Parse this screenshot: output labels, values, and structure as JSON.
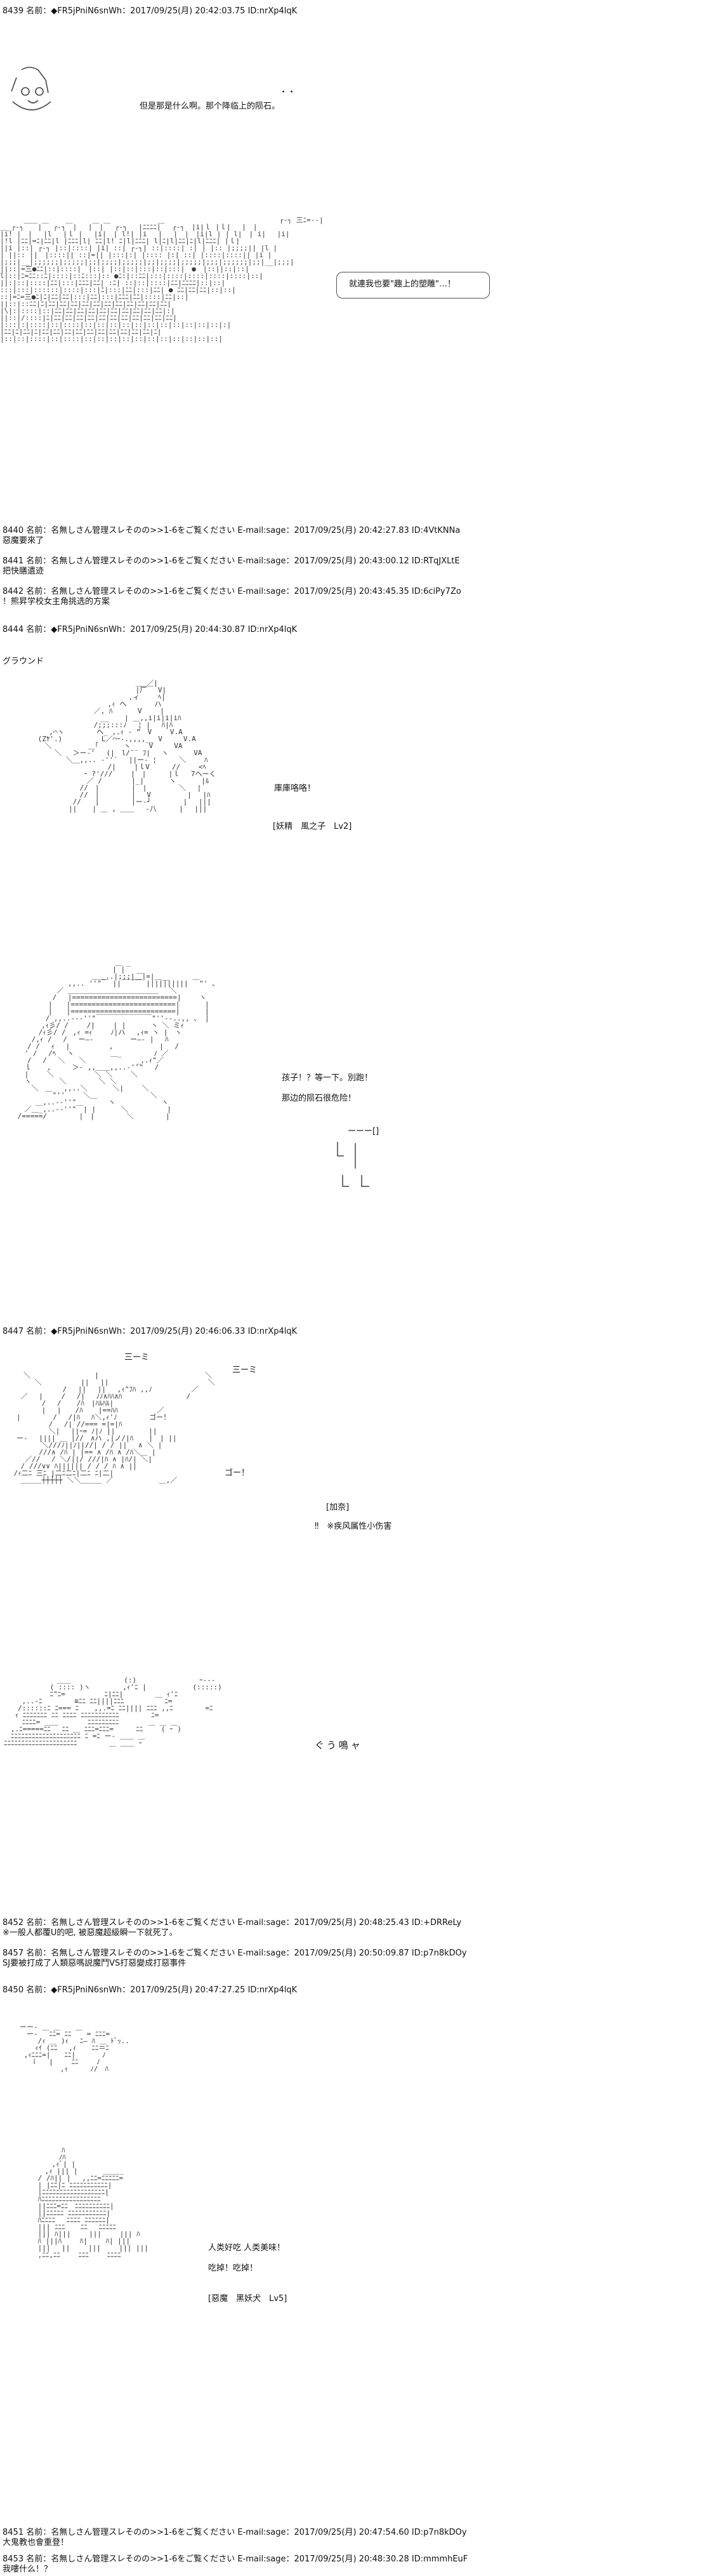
{
  "posts": [
    {
      "header": "8439 名前：◆FR5jPniN6snWh：2017/09/25(月) 20:42:03.75 ID:nrXp4lqK"
    },
    {
      "header": "8440 名前：名無しさん管理スレそのの>>1-6をご覧ください E-mail:sage：2017/09/25(月) 20:42:27.83 ID:4VtKNNa",
      "body": "惡魔要來了"
    },
    {
      "header": "8441 名前：名無しさん管理スレそのの>>1-6をご覧ください E-mail:sage：2017/09/25(月) 20:43:00.12 ID:RTqJXLtE",
      "body": "把快膳遺迹"
    },
    {
      "header": "8442 名前：名無しさん管理スレそのの>>1-6をご覧ください E-mail:sage：2017/09/25(月) 20:43:45.35 ID:6ciPy7Zo",
      "body": "！熊昇学校女主角挑选的方案"
    },
    {
      "header": "8444 名前：◆FR5jPniN6snWh：2017/09/25(月) 20:44:30.87 ID:nrXp4lqK"
    },
    {
      "header": "8447 名前：◆FR5jPniN6snWh：2017/09/25(月) 20:46:06.33 ID:nrXp4lqK"
    },
    {
      "header": "8452 名前：名無しさん管理スレそのの>>1-6をご覧ください E-mail:sage：2017/09/25(月) 20:48:25.43 ID:+DRReLy",
      "body": "※一般人都覆U的吧, 被惡魔超級瞬一下就死了。"
    },
    {
      "header": "8457 名前：名無しさん管理スレそのの>>1-6をご覧ください E-mail:sage：2017/09/25(月) 20:50:09.87 ID:p7n8kDOy",
      "body": "SJ要被打成了人類惡嗎説魔鬥VS打惡變成打惡事件"
    },
    {
      "header": "8450 名前：◆FR5jPniN6snWh：2017/09/25(月) 20:47:27.25 ID:nrXp4lqK"
    },
    {
      "header": "8451 名前：名無しさん管理スレそのの>>1-6をご覧ください E-mail:sage：2017/09/25(月) 20:47:54.60 ID:p7n8kDOy",
      "body": "大鬼教也會重登！"
    },
    {
      "header": "8453 名前：名無しさん管理スレそのの>>1-6をご覧ください E-mail:sage：2017/09/25(月) 20:48:30.28 ID:mmmhEuF",
      "body": "我嘍什么！？"
    }
  ],
  "scene1": {
    "dialogue": "但是那是什么啊。那个降临上的陨石。",
    "dots": "・・",
    "bubble": "就連我也要\"趣上的塑雕\"…！"
  },
  "scene2": {
    "label": "グラウンド",
    "shout": "庫庫咯咯！",
    "stat": "[妖精　風之子　Lv2]"
  },
  "scene3": {
    "line1": "孩子！？等一下。別跑！",
    "line2": "那边的陨石很危险！",
    "sfx": "ーーー[]"
  },
  "scene4": {
    "sfx_top": "三ーミ",
    "sfx_right": "三ーミ",
    "sfx_go": "ゴー！",
    "name": "[加奈]",
    "status": "‼　※疾风属性小伤害"
  },
  "scene5": {
    "sfx": "ぐう鳴ャ"
  },
  "scene6": {
    "line1": "人类好吃 人类美味！",
    "line2": "吃掉！吃掉！",
    "stat": "[惡魔　黑妖犬　Lv5]"
  }
}
